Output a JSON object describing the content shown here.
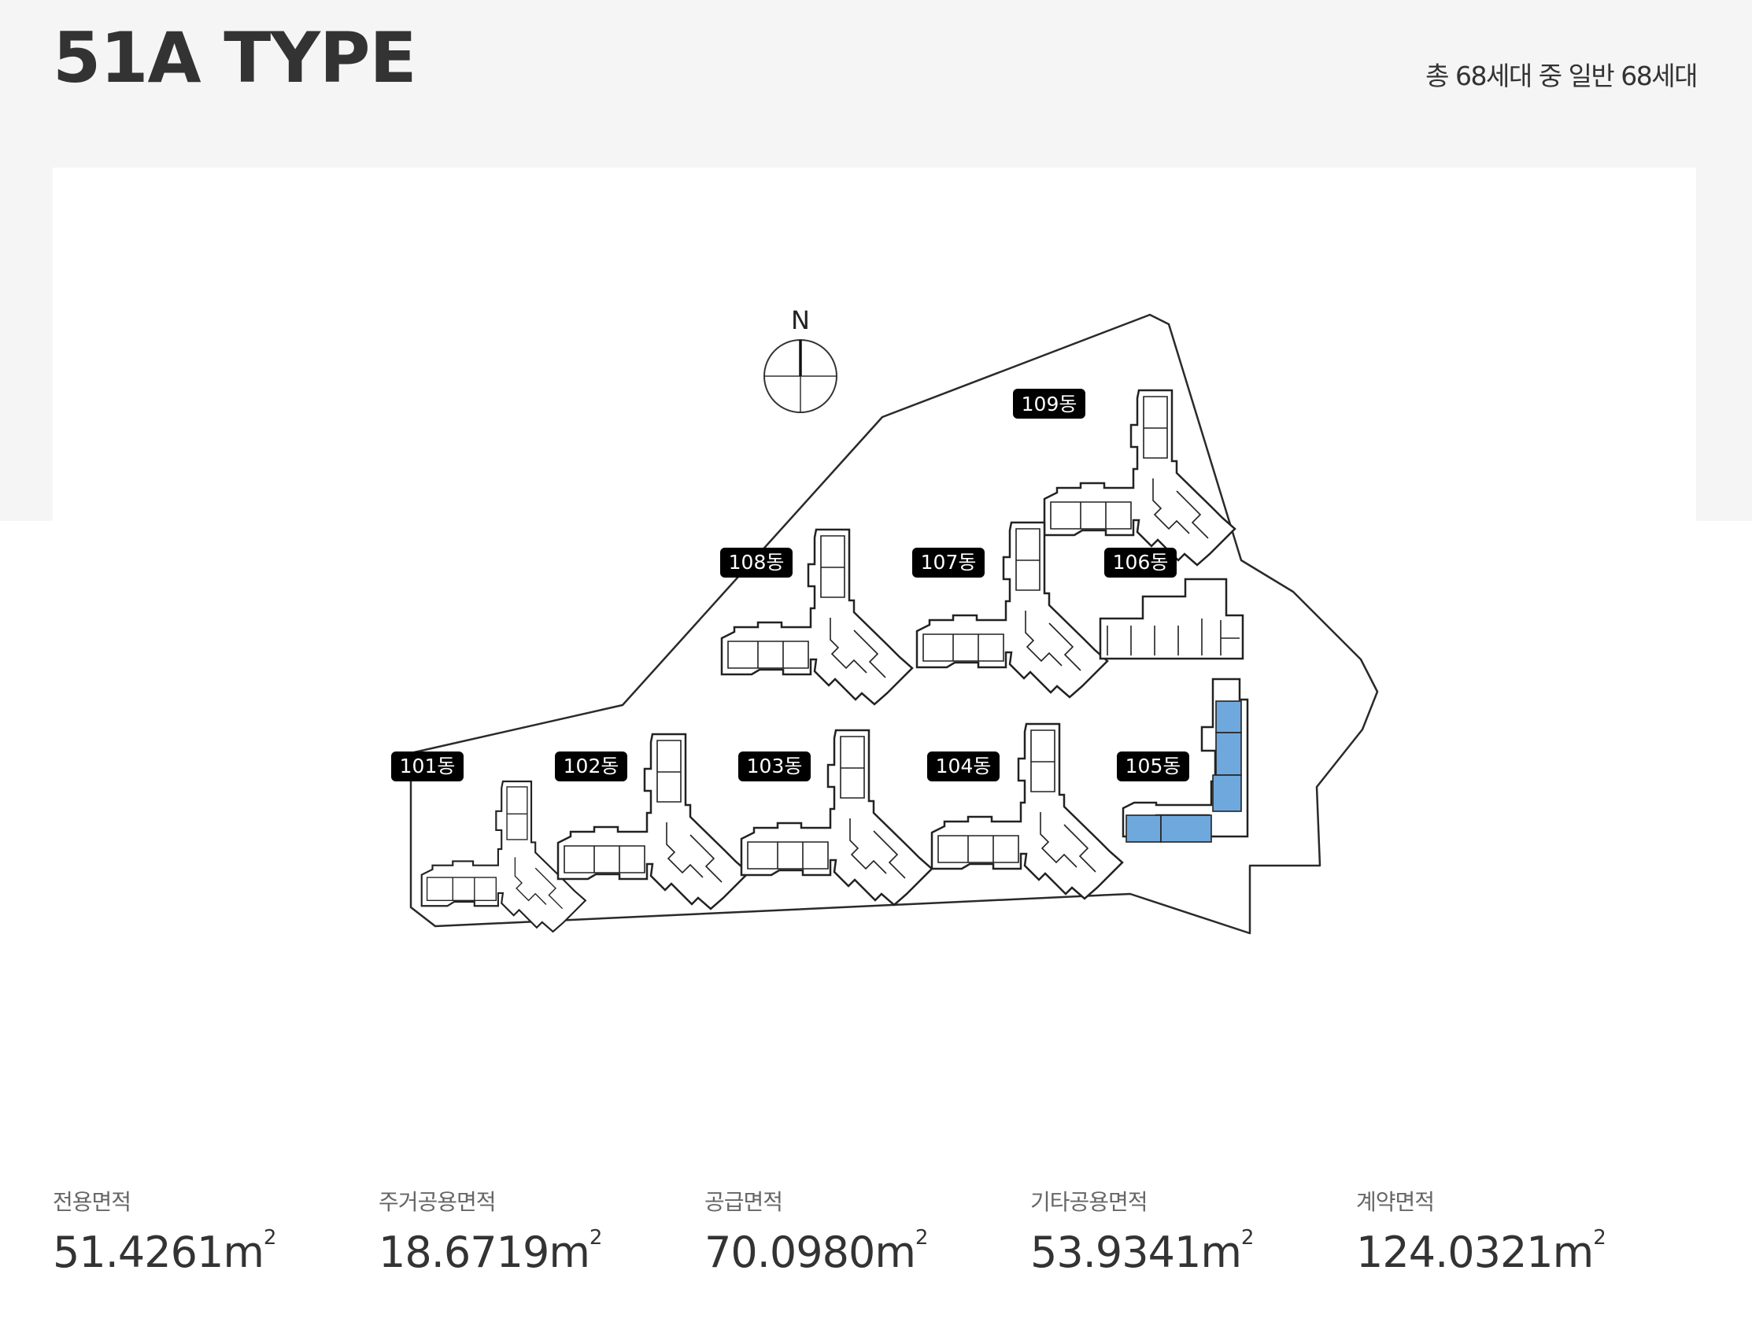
{
  "header": {
    "title": "51A TYPE",
    "summary": "총 68세대 중 일반 68세대"
  },
  "site_map": {
    "compass_label": "N",
    "highlight_color": "#6fa8dc",
    "highlighted_building": "105동",
    "buildings": [
      {
        "id": "109",
        "label": "109동"
      },
      {
        "id": "108",
        "label": "108동"
      },
      {
        "id": "107",
        "label": "107동"
      },
      {
        "id": "106",
        "label": "106동"
      },
      {
        "id": "101",
        "label": "101동"
      },
      {
        "id": "102",
        "label": "102동"
      },
      {
        "id": "103",
        "label": "103동"
      },
      {
        "id": "104",
        "label": "104동"
      },
      {
        "id": "105",
        "label": "105동"
      }
    ]
  },
  "areas": [
    {
      "label": "전용면적",
      "value": "51.4261",
      "unit": "m",
      "unit_sup": "2"
    },
    {
      "label": "주거공용면적",
      "value": "18.6719",
      "unit": "m",
      "unit_sup": "2"
    },
    {
      "label": "공급면적",
      "value": "70.0980",
      "unit": "m",
      "unit_sup": "2"
    },
    {
      "label": "기타공용면적",
      "value": "53.9341",
      "unit": "m",
      "unit_sup": "2"
    },
    {
      "label": "계약면적",
      "value": "124.0321",
      "unit": "m",
      "unit_sup": "2"
    }
  ]
}
